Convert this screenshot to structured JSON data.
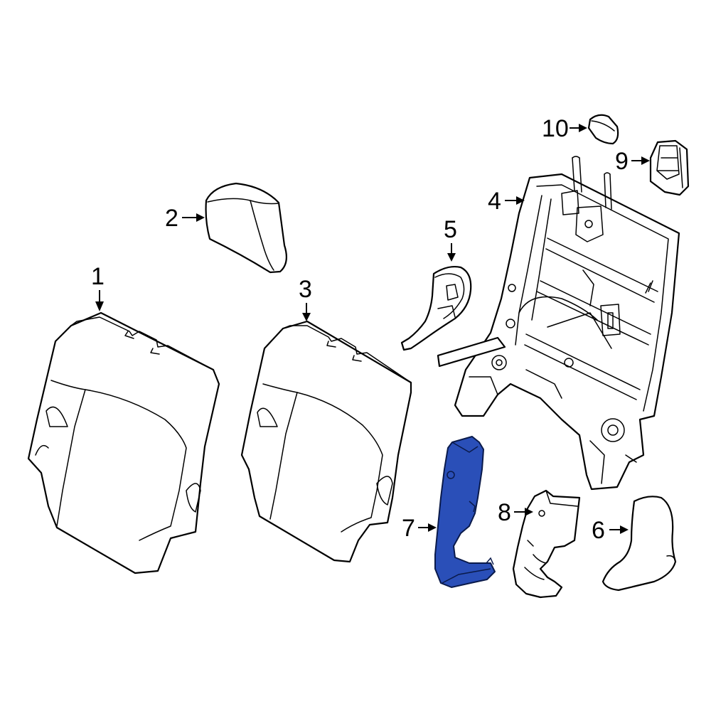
{
  "diagram": {
    "highlight_color": "#2a4fb8",
    "callouts": [
      {
        "id": "c1",
        "label": "1"
      },
      {
        "id": "c2",
        "label": "2"
      },
      {
        "id": "c3",
        "label": "3"
      },
      {
        "id": "c4",
        "label": "4"
      },
      {
        "id": "c5",
        "label": "5"
      },
      {
        "id": "c6",
        "label": "6"
      },
      {
        "id": "c7",
        "label": "7"
      },
      {
        "id": "c8",
        "label": "8"
      },
      {
        "id": "c9",
        "label": "9"
      },
      {
        "id": "c10",
        "label": "10"
      }
    ]
  }
}
